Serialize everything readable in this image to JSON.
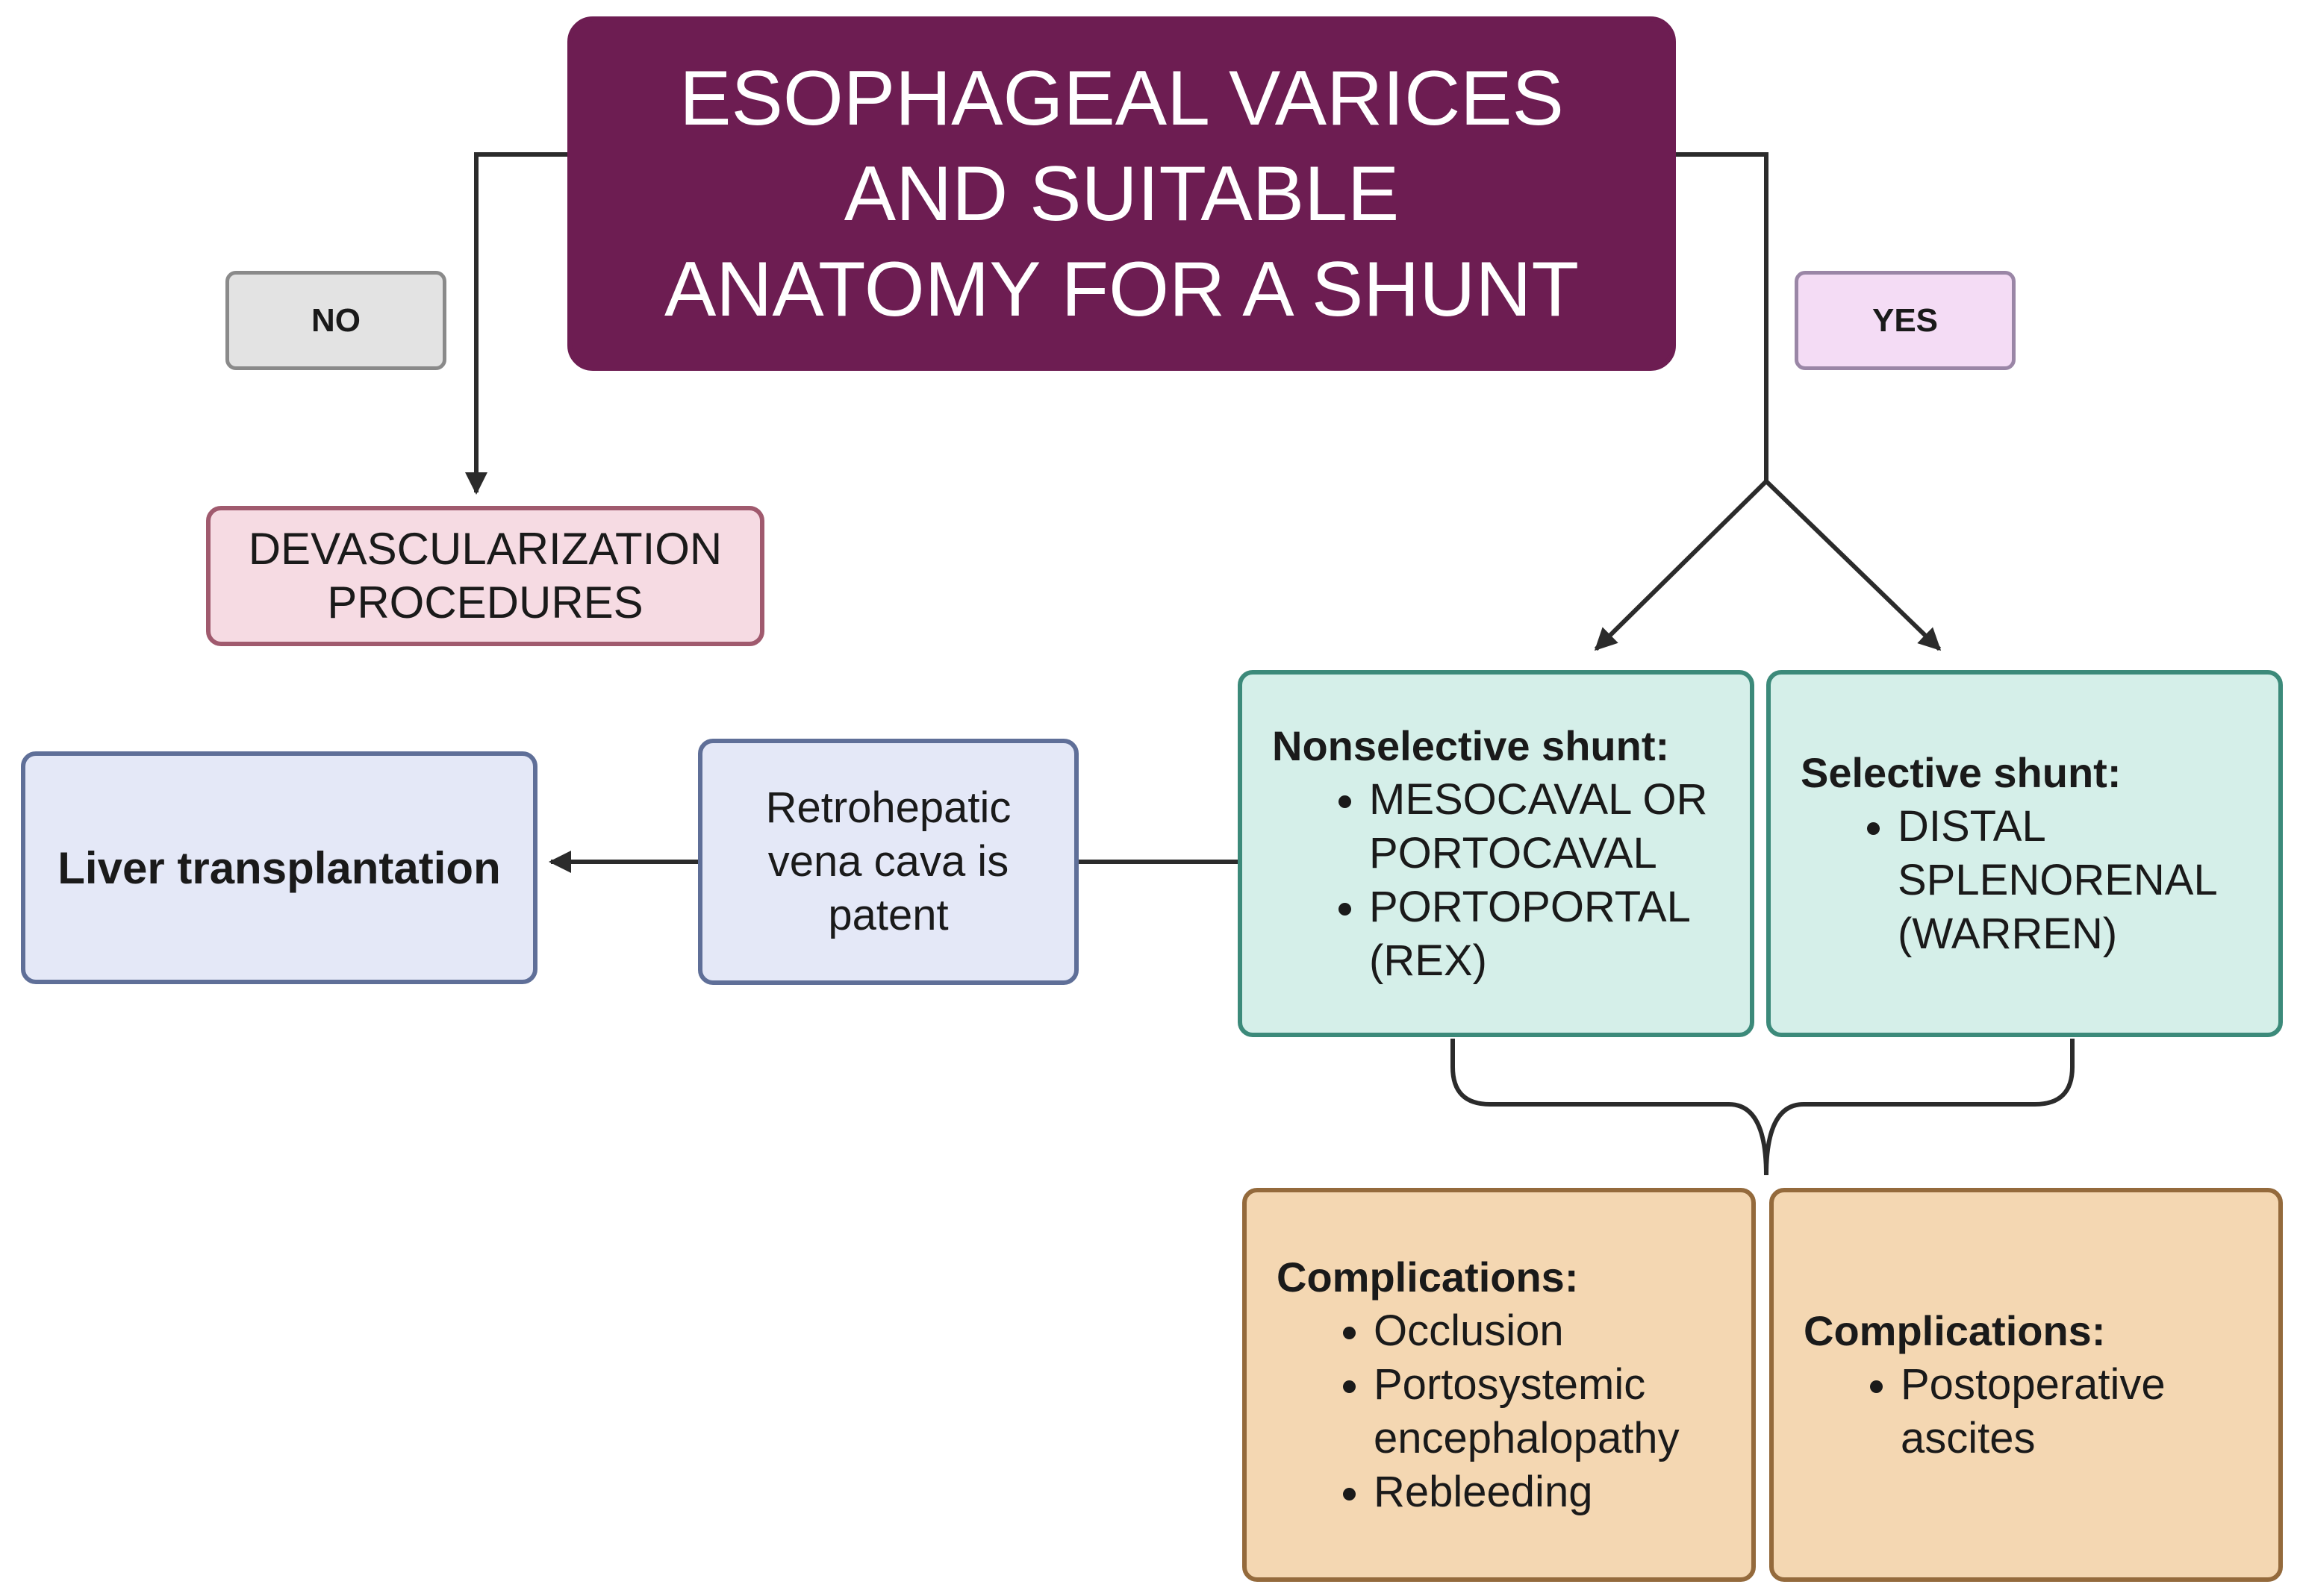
{
  "title": {
    "lines": [
      "ESOPHAGEAL VARICES",
      "AND SUITABLE",
      "ANATOMY FOR A SHUNT"
    ]
  },
  "branch_no": {
    "label": "NO"
  },
  "branch_yes": {
    "label": "YES"
  },
  "devascularization": {
    "lines": [
      "DEVASCULARIZATION",
      "PROCEDURES"
    ]
  },
  "liver_transplantation": {
    "label": "Liver transplantation"
  },
  "retrohepatic": {
    "lines": [
      "Retrohepatic",
      "vena cava is",
      "patent"
    ]
  },
  "nonselective": {
    "heading": "Nonselective shunt:",
    "items": [
      "MESOCAVAL OR PORTOCAVAL",
      "PORTOPORTAL (REX)"
    ]
  },
  "selective": {
    "heading": "Selective shunt:",
    "items": [
      "DISTAL SPLENORENAL (WARREN)"
    ]
  },
  "complications_nonselective": {
    "heading": "Complications:",
    "items": [
      "Occlusion",
      "Portosystemic encephalopathy",
      "Rebleeding"
    ]
  },
  "complications_selective": {
    "heading": "Complications:",
    "items": [
      "Postoperative ascites"
    ]
  },
  "colors": {
    "title_fill": "#6d1d52",
    "devascularization_fill": "#f6dbe3",
    "transplant_fill": "#e4e8f7",
    "shunt_fill": "#d5efe9",
    "complications_fill": "#f4d7b2",
    "yes_fill": "#f4dcf5",
    "no_fill": "#e3e3e3",
    "connector": "#2b2b2b"
  }
}
